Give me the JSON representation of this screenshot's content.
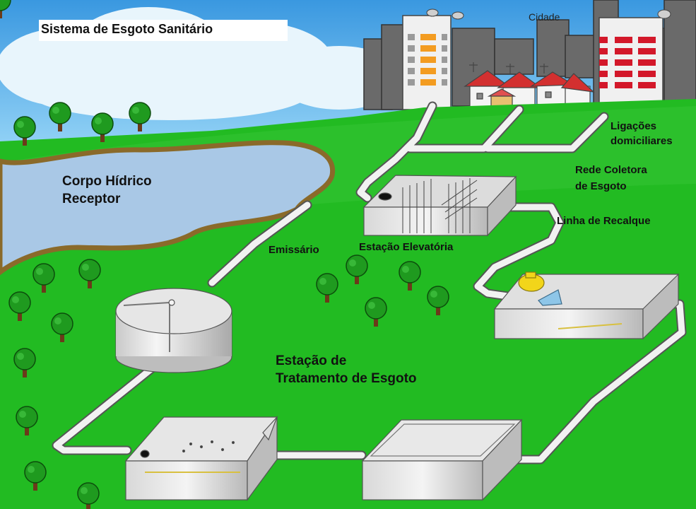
{
  "title": "Sistema de Esgoto Sanitário",
  "labels": {
    "cidade": "Cidade",
    "ligacoes_l1": "Ligações",
    "ligacoes_l2": "domiciliares",
    "rede_l1": "Rede Coletora",
    "rede_l2": "de Esgoto",
    "linha_recalque": "Linha de Recalque",
    "estacao_elevatoria": "Estação Elevatória",
    "emissario": "Emissário",
    "corpo_l1": "Corpo Hídrico",
    "corpo_l2": "Receptor",
    "ete_l1": "Estação de",
    "ete_l2": "Tratamento de Esgoto"
  },
  "colors": {
    "sky": "#5fb0e8",
    "grass": "#22bb22",
    "water": "#a9c8e6",
    "shore": "#8a6a2a",
    "pipe": "#f2f2f2",
    "building_dark": "#6e6e6e",
    "window_orange": "#f39c21",
    "window_red": "#d3182a",
    "roof": "#d33030",
    "pump": "#f2d51a"
  }
}
